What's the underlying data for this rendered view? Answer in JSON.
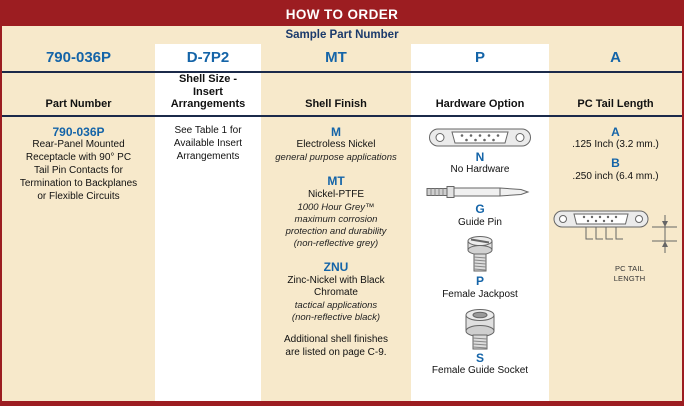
{
  "title": "HOW TO ORDER",
  "sample_heading": "Sample Part Number",
  "sample_codes": [
    "790-036P",
    "D-7P2",
    "MT",
    "P",
    "A"
  ],
  "columns": [
    "Part Number",
    "Shell Size -\nInsert\nArrangements",
    "Shell Finish",
    "Hardware Option",
    "PC Tail Length"
  ],
  "part_number": {
    "code": "790-036P",
    "description": "Rear-Panel Mounted\nReceptacle with 90° PC\nTail Pin Contacts for\nTermination to Backplanes\nor Flexible Circuits"
  },
  "shell_size": {
    "note": "See Table 1 for\nAvailable Insert\nArrangements"
  },
  "shell_finish": {
    "options": [
      {
        "code": "M",
        "name": "Electroless Nickel",
        "note": "general purpose applications"
      },
      {
        "code": "MT",
        "name": "Nickel-PTFE",
        "note": "1000 Hour Grey™\nmaximum corrosion\nprotection and durability\n(non-reflective grey)"
      },
      {
        "code": "ZNU",
        "name": "Zinc-Nickel with Black\nChromate",
        "note": "tactical applications\n(non-reflective black)"
      }
    ],
    "footnote": "Additional shell finishes\nare listed on page C-9."
  },
  "hardware": {
    "options": [
      {
        "code": "N",
        "label": "No Hardware",
        "icon": "dsub-connector-face-icon"
      },
      {
        "code": "G",
        "label": "Guide Pin",
        "icon": "guide-pin-icon"
      },
      {
        "code": "P",
        "label": "Female Jackpost",
        "icon": "female-jackpost-icon"
      },
      {
        "code": "S",
        "label": "Female Guide Socket",
        "icon": "female-guide-socket-icon"
      }
    ]
  },
  "pc_tail": {
    "options": [
      {
        "code": "A",
        "label": ".125 Inch (3.2 mm.)"
      },
      {
        "code": "B",
        "label": ".250 inch (6.4 mm.)"
      }
    ],
    "diagram_icon": "pc-tail-connector-diagram",
    "diagram_label": "PC TAIL\nLENGTH"
  },
  "colors": {
    "header_maroon": "#9C1D21",
    "beige": "#F7E9CB",
    "navy_text": "#1B3A6B",
    "code_blue": "#1464A8",
    "rule_navy": "#1B2A4A"
  }
}
